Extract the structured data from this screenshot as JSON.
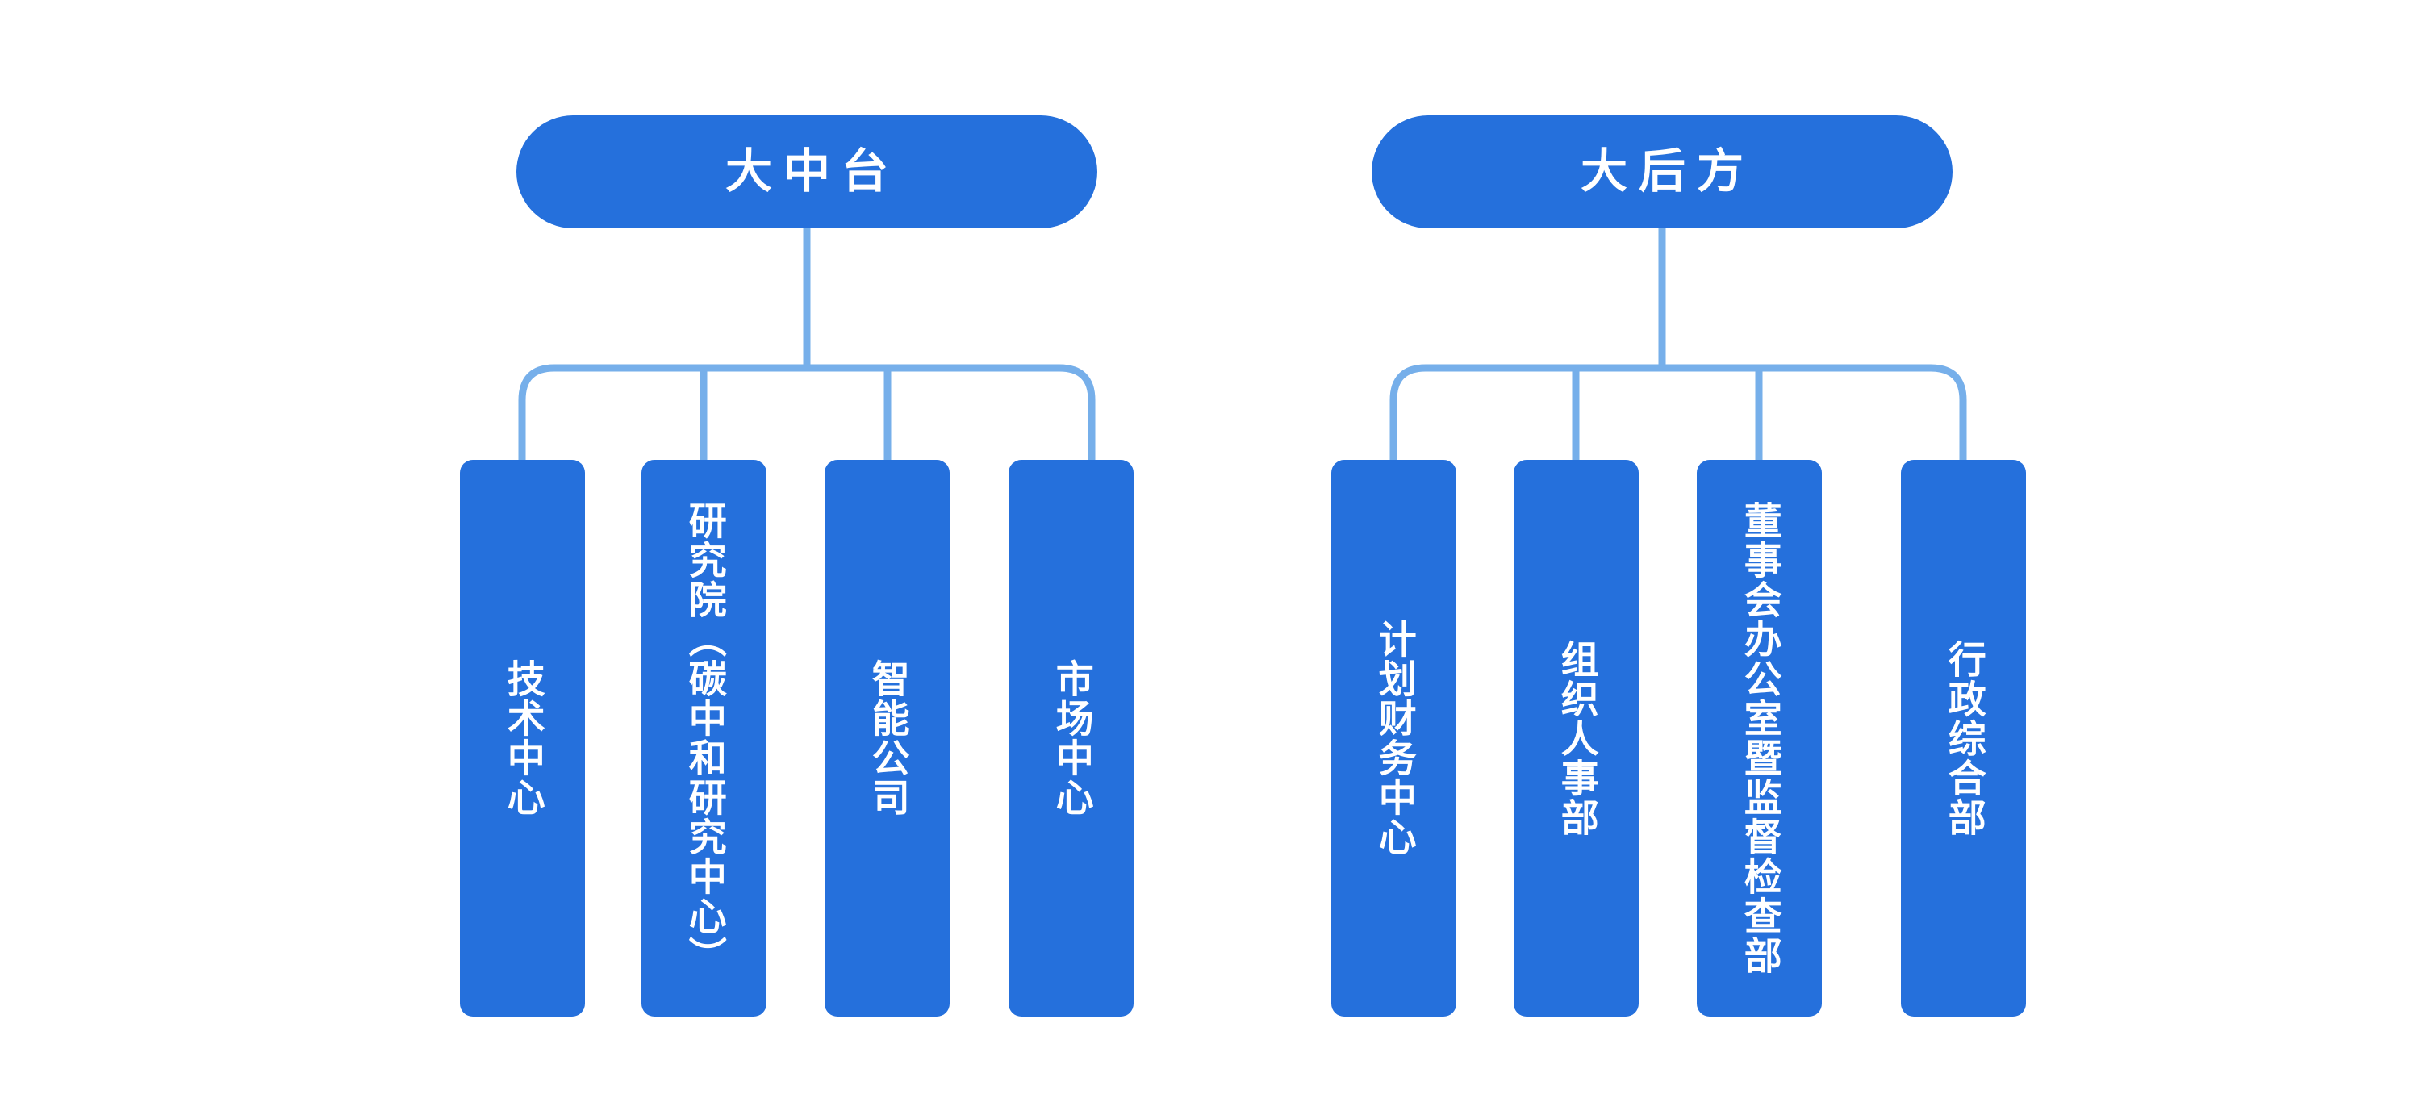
{
  "diagram": {
    "type": "org-chart",
    "orientation": "top-down",
    "background_color": "#FFFFFF",
    "node_fill_color": "#2570DC",
    "node_text_color": "#FFFFFF",
    "connector_color": "#76AFEA",
    "groups": [
      {
        "id": "zhongtai",
        "header": "大中台",
        "children": [
          {
            "id": "tech-center",
            "label": "技术中心"
          },
          {
            "id": "research-academy",
            "label": "研究院（碳中和研究中心）"
          },
          {
            "id": "intelligent-co",
            "label": "智能公司"
          },
          {
            "id": "market-center",
            "label": "市场中心"
          }
        ]
      },
      {
        "id": "houfang",
        "header": "大后方",
        "children": [
          {
            "id": "plan-finance-center",
            "label": "计划财务中心"
          },
          {
            "id": "org-personnel-dept",
            "label": "组织人事部"
          },
          {
            "id": "board-office-audit",
            "label": "董事会办公室暨监督检查部"
          },
          {
            "id": "admin-general-dept",
            "label": "行政综合部"
          }
        ]
      }
    ]
  }
}
